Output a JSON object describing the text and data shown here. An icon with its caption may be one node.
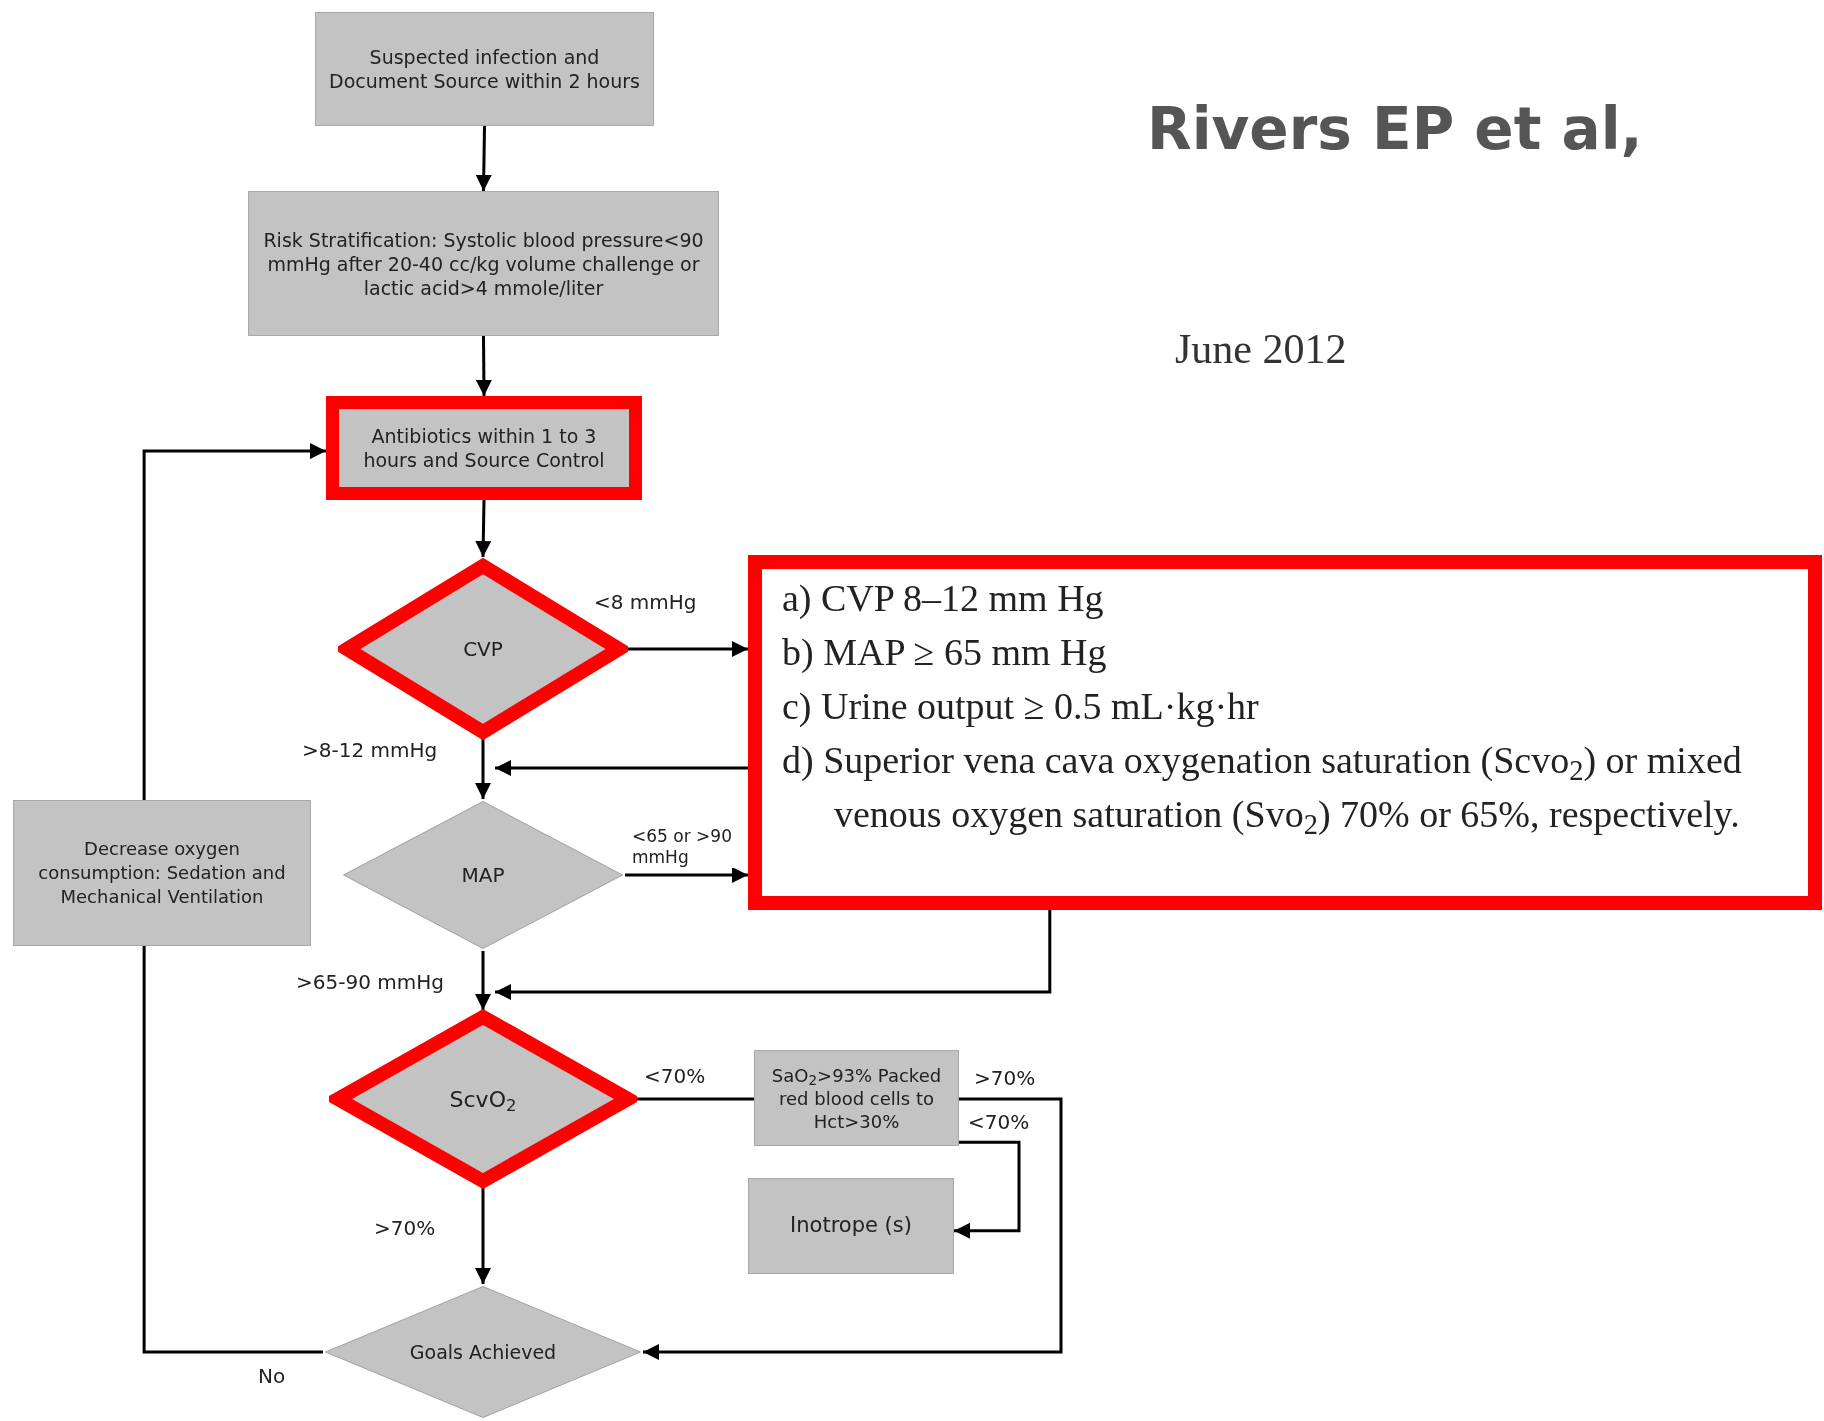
{
  "diagram": {
    "nodes": [
      {
        "text": [
          "Suspected infection and Document Source within 2 hours"
        ]
      },
      {
        "text": [
          "Risk Stratification: Systolic blood pressure<90 mmHg after 20-40 cc/kg volume challenge or lactic acid>4 mmole/liter"
        ]
      },
      {
        "text": [
          "Antibiotics within 1 to 3 hours and Source Control"
        ]
      },
      {
        "text": [
          "CVP"
        ]
      },
      {
        "text": [
          "a) CVP 8–12 mm Hg",
          "b) MAP ≥ 65 mm Hg",
          "c) Urine output ≥ 0.5 mL·kg·hr",
          "d) Superior vena cava oxygenation saturation (Scvo$_{2}$) or mixed venous oxygen saturation (Svo$_{2}$) 70% or 65%, respectively."
        ]
      },
      {
        "text": [
          "MAP"
        ]
      },
      {
        "text": [
          "Decrease oxygen consumption: Sedation and Mechanical Ventilation"
        ]
      },
      {
        "text": [
          "ScvO$_{2}$"
        ]
      },
      {
        "text": [
          "SaO$_{2}$>93% Packed red blood cells to Hct>30%"
        ]
      },
      {
        "text": [
          "Inotrope (s)"
        ]
      },
      {
        "text": [
          "Goals Achieved"
        ]
      }
    ],
    "edges": [
      {
        "from": 0,
        "to": 1,
        "arrow": "to"
      },
      {
        "from": 1,
        "to": 2,
        "arrow": "to"
      },
      {
        "from": 2,
        "to": 3,
        "arrow": "to"
      },
      {
        "from": 3,
        "to": 4,
        "arrow": "to",
        "label": "<8 mmHg"
      },
      {
        "from": 3,
        "to": 5,
        "arrow": "to",
        "label": ">8-12 mmHg"
      },
      {
        "from": 4,
        "to": 5,
        "arrow": "to"
      },
      {
        "from": 5,
        "to": 4,
        "arrow": "to",
        "label": "<65 or >90 mmHg"
      },
      {
        "from": 5,
        "to": 7,
        "arrow": "to",
        "label": ">65-90 mmHg"
      },
      {
        "from": 4,
        "to": 7,
        "arrow": "to"
      },
      {
        "from": 7,
        "to": 8,
        "arrow": "none",
        "label": "<70%"
      },
      {
        "from": 8,
        "to": 10,
        "arrow": "to",
        "label": ">70%"
      },
      {
        "from": 8,
        "to": 9,
        "arrow": "to",
        "label": "<70%"
      },
      {
        "from": 7,
        "to": 10,
        "arrow": "to",
        "label": ">70%"
      },
      {
        "from": 10,
        "to": 6,
        "arrow": "none",
        "label": "No"
      },
      {
        "from": 6,
        "to": 2,
        "arrow": "to"
      }
    ],
    "labels": [
      "Rivers EP et al,",
      "June 2012"
    ]
  }
}
